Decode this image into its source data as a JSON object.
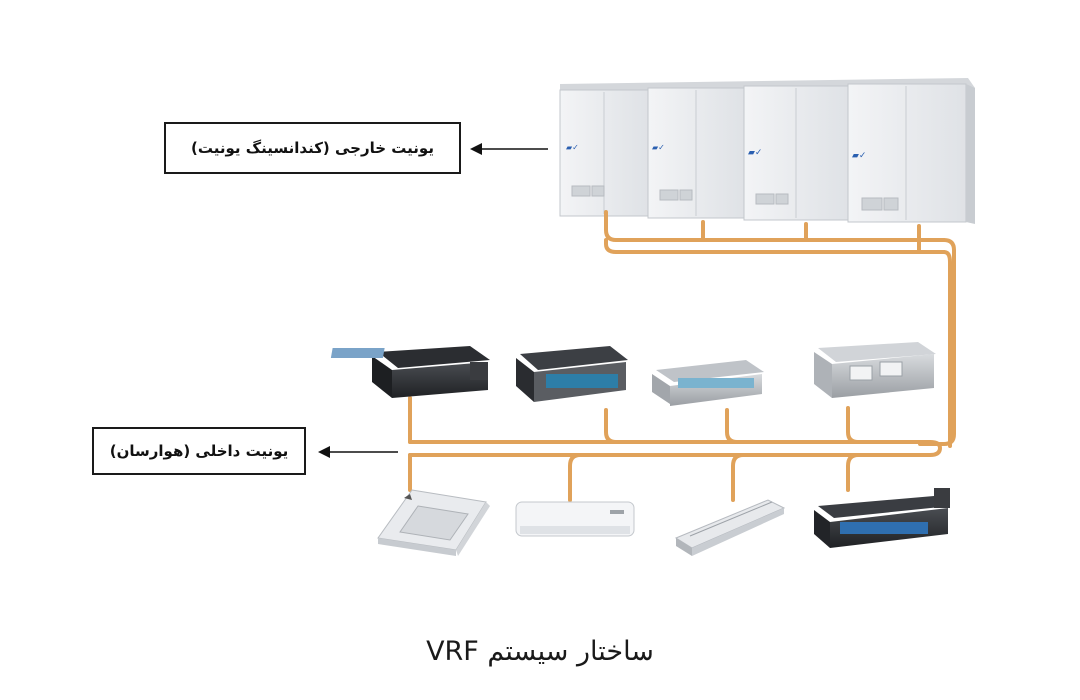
{
  "labels": {
    "outdoor_unit": "یونیت خارجی (کندانسینگ یونیت)",
    "indoor_unit": "یونیت داخلی (هوارسان)"
  },
  "caption": "ساختار سیستم VRF",
  "colors": {
    "pipe": "#e0a25a",
    "outdoor_unit_body": "#eef0f2",
    "brand_mark": "#2a5fb0",
    "label_border": "#1a1a1a"
  },
  "outdoor_modules": [
    "module-1",
    "module-2",
    "module-3",
    "module-4"
  ],
  "indoor_units_top_row": [
    "ducted-unit-1",
    "ducted-unit-2",
    "ducted-unit-3",
    "ducted-unit-4"
  ],
  "indoor_units_bottom_row": [
    "cassette-unit",
    "wall-mounted-unit",
    "ceiling-unit",
    "ducted-unit-5"
  ]
}
